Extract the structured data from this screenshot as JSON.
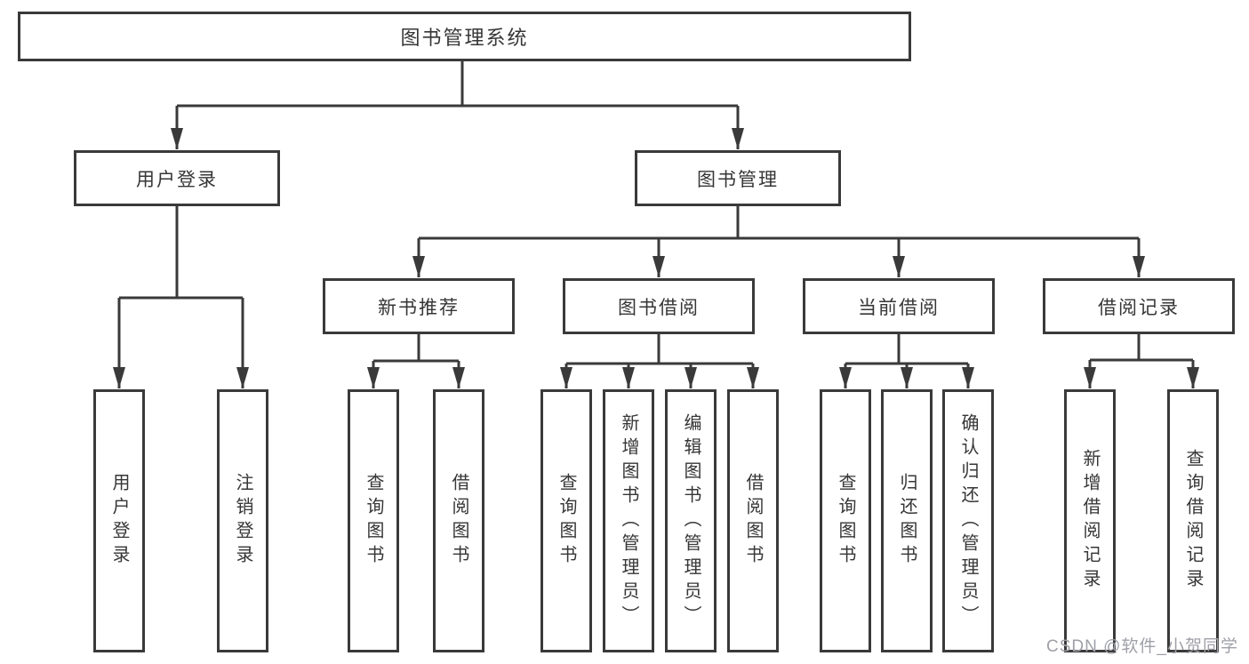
{
  "colors": {
    "line": "#3a3a3a",
    "box_border": "#3a3a3a",
    "box_fill": "#ffffff",
    "text": "#363636",
    "watermark": "#9fa0a8",
    "bg": "#ffffff"
  },
  "watermark": {
    "text": "CSDN @软件_小贺同学"
  },
  "tree": {
    "root": {
      "label": "图书管理系统"
    },
    "children": [
      {
        "label": "用户登录",
        "children": [
          {
            "label": "用户登录"
          },
          {
            "label": "注销登录"
          }
        ]
      },
      {
        "label": "图书管理",
        "children": [
          {
            "label": "新书推荐",
            "children": [
              {
                "label": "查询图书"
              },
              {
                "label": "借阅图书"
              }
            ]
          },
          {
            "label": "图书借阅",
            "children": [
              {
                "label": "查询图书"
              },
              {
                "label": "新增图书（管理员）"
              },
              {
                "label": "编辑图书（管理员）"
              },
              {
                "label": "借阅图书"
              }
            ]
          },
          {
            "label": "当前借阅",
            "children": [
              {
                "label": "查询图书"
              },
              {
                "label": "归还图书"
              },
              {
                "label": "确认归还（管理员）"
              }
            ]
          },
          {
            "label": "借阅记录",
            "children": [
              {
                "label": "新增借阅记录"
              },
              {
                "label": "查询借阅记录"
              }
            ]
          }
        ]
      }
    ]
  }
}
